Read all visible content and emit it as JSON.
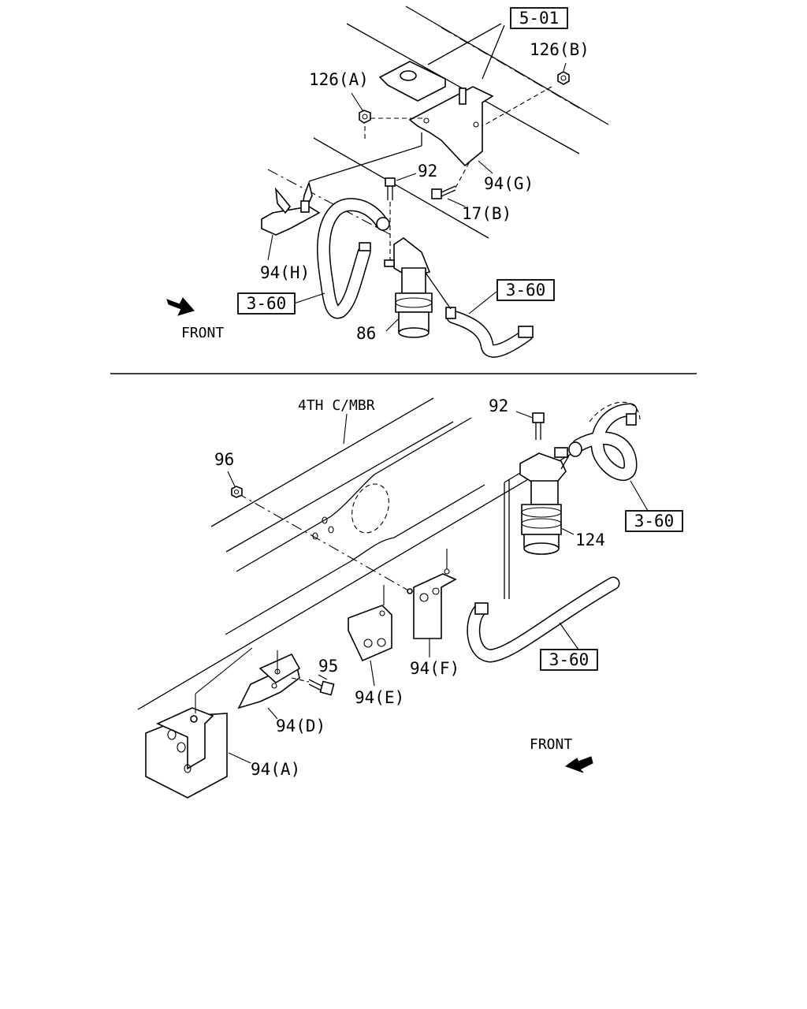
{
  "top": {
    "ref_5_01": "5-01",
    "ref_3_60_left": "3-60",
    "ref_3_60_right": "3-60",
    "label_126a": "126(A)",
    "label_126b": "126(B)",
    "label_92": "92",
    "label_94g": "94(G)",
    "label_17b": "17(B)",
    "label_94h": "94(H)",
    "label_86": "86",
    "front": "FRONT"
  },
  "bottom": {
    "frame_note": "4TH C/MBR",
    "label_92": "92",
    "label_96": "96",
    "label_124": "124",
    "ref_3_60_upper": "3-60",
    "ref_3_60_lower": "3-60",
    "label_95": "95",
    "label_94d": "94(D)",
    "label_94e": "94(E)",
    "label_94f": "94(F)",
    "label_94a": "94(A)",
    "front": "FRONT"
  }
}
